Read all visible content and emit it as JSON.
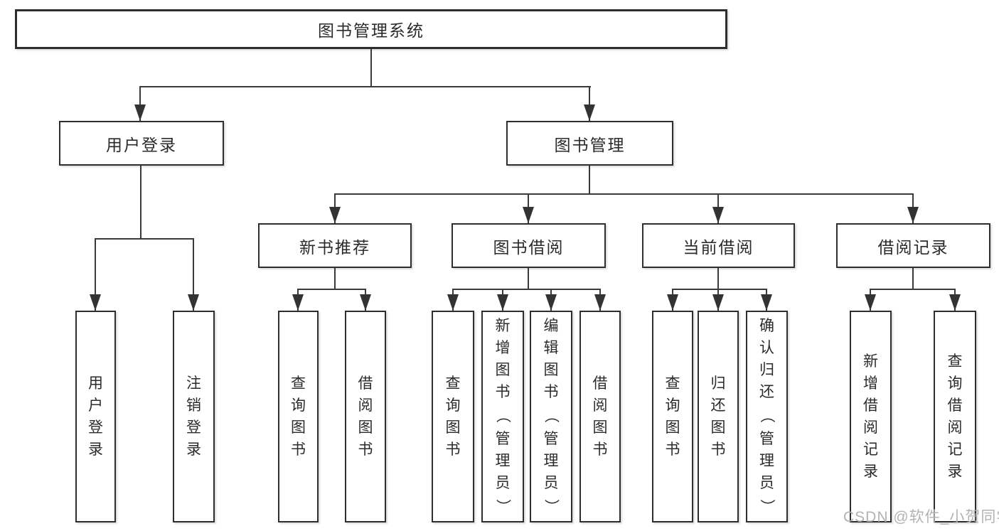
{
  "diagram": {
    "title": "图书管理系统",
    "type": "hierarchy-tree"
  },
  "root": {
    "label": "图书管理系统"
  },
  "level2": [
    {
      "label": "用户登录"
    },
    {
      "label": "图书管理"
    }
  ],
  "level3": [
    {
      "label": "新书推荐"
    },
    {
      "label": "图书借阅"
    },
    {
      "label": "当前借阅"
    },
    {
      "label": "借阅记录"
    }
  ],
  "leaves": {
    "user_login": [
      {
        "label": "用户登录"
      },
      {
        "label": "注销登录"
      }
    ],
    "new_book": [
      {
        "label": "查询图书"
      },
      {
        "label": "借阅图书"
      }
    ],
    "borrow": [
      {
        "label": "查询图书"
      },
      {
        "label": "新增图书（管理员）"
      },
      {
        "label": "编辑图书（管理员）"
      },
      {
        "label": "借阅图书"
      }
    ],
    "current": [
      {
        "label": "查询图书"
      },
      {
        "label": "归还图书"
      },
      {
        "label": "确认归还（管理员）"
      }
    ],
    "records": [
      {
        "label": "新增借阅记录"
      },
      {
        "label": "查询借阅记录"
      }
    ]
  },
  "watermark": {
    "text": "CSDN @软件_小贺同学"
  },
  "colors": {
    "line": "#3a3a3a",
    "box_border": "#2e2e2e",
    "text": "#2b2b2b",
    "watermark": "#b3b3b3",
    "background": "#ffffff"
  }
}
